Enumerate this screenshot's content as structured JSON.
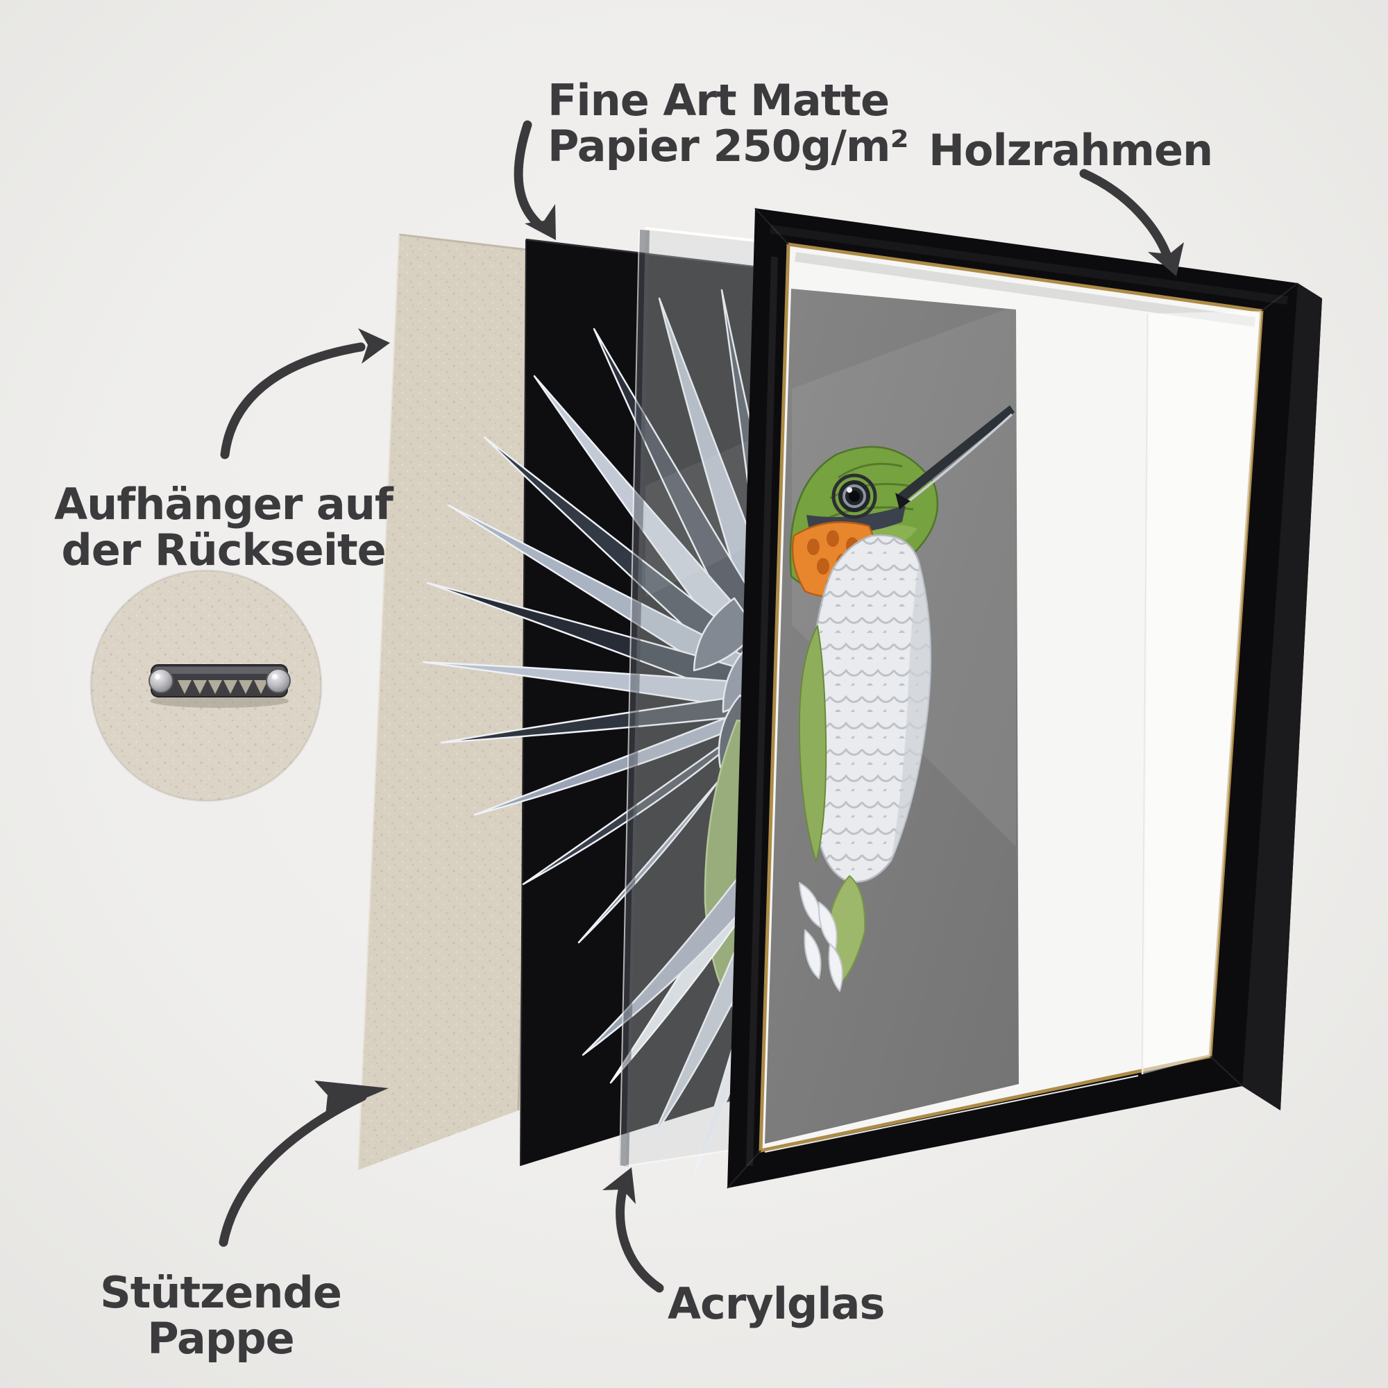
{
  "diagram": {
    "title_present": false,
    "labels": {
      "paper": {
        "line1": "Fine Art Matte",
        "line2": "Papier 250g/m²"
      },
      "frame": {
        "text": "Holzrahmen"
      },
      "hanger": {
        "line1": "Aufhänger auf",
        "line2": "der Rückseite"
      },
      "cardboard": {
        "line1": "Stützende",
        "line2": "Pappe"
      },
      "acrylic": {
        "text": "Acrylglas"
      }
    },
    "colors": {
      "background": "#efeeec",
      "label-text": "#3b3b3d",
      "arrow": "#3a3a3c",
      "cardboard": "#d8d1c2",
      "paper-black": "#0e0e10",
      "frame-black": "#0c0c0e",
      "frame-gold": "#ad8c48",
      "mat-white": "#f6f6f5",
      "print-gray": "#7d7d7d",
      "bird-green": "#76a23f",
      "bird-orange": "#e8862e",
      "bird-breast": "#e9ebee",
      "feather-dark": "#2c313c",
      "feather-light": "#c3cad6",
      "metal-silver": "#c9c9cd"
    }
  }
}
